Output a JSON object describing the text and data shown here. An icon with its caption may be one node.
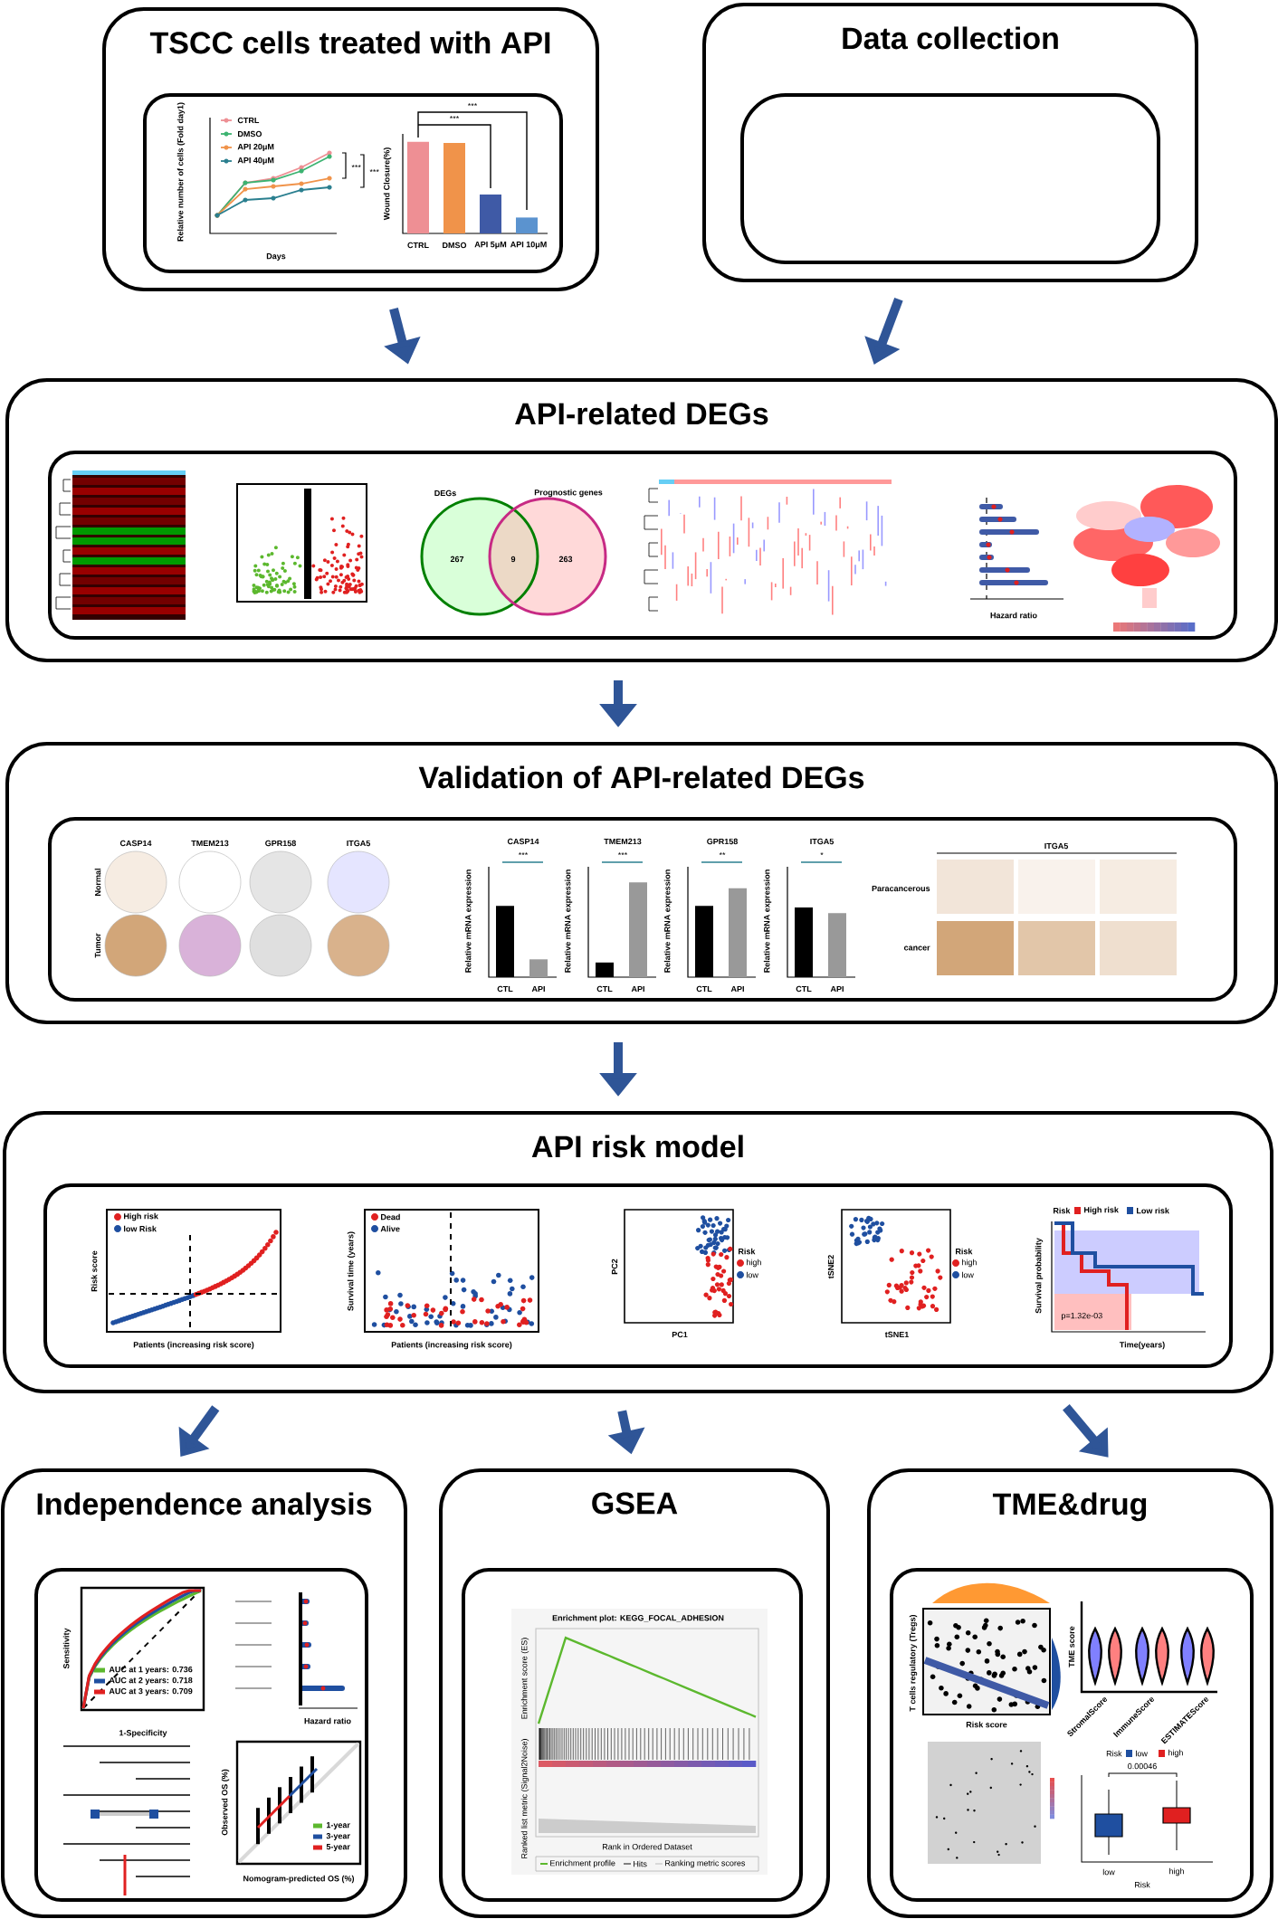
{
  "diagram": {
    "nodes": [
      {
        "text": [
          "TSCC cells treated with API"
        ]
      },
      {
        "text": [],
        "shape": "picture",
        "in": 0
      },
      {
        "text": [
          "Data collection"
        ]
      },
      {
        "text": [],
        "shape": "box",
        "in": 2
      },
      {
        "text": [
          "API-related DEGs"
        ]
      },
      {
        "text": [],
        "shape": "picture",
        "in": 4
      },
      {
        "text": [
          "Validation of API-related DEGs"
        ]
      },
      {
        "text": [],
        "shape": "picture",
        "in": 6
      },
      {
        "text": [
          "API risk model"
        ]
      },
      {
        "text": [],
        "shape": "picture",
        "in": 8
      },
      {
        "text": [
          "Independence analysis"
        ]
      },
      {
        "text": [],
        "shape": "picture",
        "in": 10
      },
      {
        "text": [
          "GSEA"
        ]
      },
      {
        "text": [],
        "shape": "picture",
        "in": 12
      },
      {
        "text": [
          "TME&drug"
        ]
      },
      {
        "text": [],
        "shape": "picture",
        "in": 14
      }
    ],
    "edges": [
      {
        "from": 0,
        "to": 4,
        "arrow": "to"
      },
      {
        "from": 2,
        "to": 4,
        "arrow": "to"
      },
      {
        "from": 4,
        "to": 6,
        "arrow": "to"
      },
      {
        "from": 6,
        "to": 8,
        "arrow": "to"
      },
      {
        "from": 8,
        "to": 10,
        "arrow": "to"
      },
      {
        "from": 8,
        "to": 12,
        "arrow": "to"
      },
      {
        "from": 8,
        "to": 14,
        "arrow": "to"
      }
    ],
    "labels": [
      "Relative number of cells (Fold day1)",
      "Days",
      "***",
      "***",
      "***",
      "***",
      "Wound Closure(%)",
      "CTRL",
      "DMSO",
      "API 5μM",
      "API 10μM",
      "DEGs",
      "Prognostic genes",
      "267",
      "9",
      "263",
      "Hazard ratio",
      "CASP14",
      "TMEM213",
      "GPR158",
      "ITGA5",
      "Normal",
      "Tumor",
      "CASP14",
      "***",
      "Relative mRNA expression",
      "CTL",
      "API",
      "TMEM213",
      "***",
      "Relative mRNA expression",
      "CTL",
      "API",
      "GPR158",
      "**",
      "Relative mRNA expression",
      "CTL",
      "API",
      "ITGA5",
      "*",
      "Relative mRNA expression",
      "CTL",
      "API",
      "ITGA5",
      "Paracancerous",
      "cancer",
      "Risk score",
      "Patients (increasing risk score)",
      "Survival time (years)",
      "Patients (increasing risk score)",
      "PC2",
      "PC1",
      "Risk",
      "tSNE2",
      "tSNE1",
      "Risk",
      "Risk",
      "Survival probability",
      "p=1.32e-03",
      "Time(years)",
      "Sensitivity",
      "1-Specificity",
      "Hazard ratio",
      "Observed OS (%)",
      "Nomogram-predicted OS (%)",
      "Enrichment plot: KEGG_FOCAL_ADHESION",
      "Enrichment score (ES)",
      "Ranked list metric (Signal2Noise)",
      "Rank in Ordered Dataset",
      "T cells regulatory (Tregs)",
      "Risk score",
      "TME score",
      "StromalScore",
      "ImmuneScore",
      "ESTIMATEScore",
      "Risk",
      "0.00046",
      "low",
      "high",
      "Risk"
    ],
    "legend": [
      {
        "text": "CTRL"
      },
      {
        "text": "DMSO"
      },
      {
        "text": "API 20μM"
      },
      {
        "text": "API 40μM"
      },
      {
        "text": "High risk",
        "color": "#e02020"
      },
      {
        "text": "low Risk",
        "color": "#1f4fa0"
      },
      {
        "text": "Dead",
        "color": "#e02020"
      },
      {
        "text": "Alive",
        "color": "#1f4fa0"
      },
      {
        "text": "high",
        "color": "#e02020"
      },
      {
        "text": "low",
        "color": "#1f4fa0"
      },
      {
        "text": "high",
        "color": "#e02020"
      },
      {
        "text": "low",
        "color": "#1f4fa0"
      },
      {
        "text": "High risk",
        "color": "#e02020"
      },
      {
        "text": "Low risk",
        "color": "#1f4fa0"
      },
      {
        "text": "AUC at 1 years: 0.736"
      },
      {
        "text": "AUC at 2 years: 0.718"
      },
      {
        "text": "AUC at 3 years: 0.709"
      },
      {
        "text": "1-year"
      },
      {
        "text": "3-year"
      },
      {
        "text": "5-year"
      },
      {
        "text": "Enrichment profile"
      },
      {
        "text": "Hits"
      },
      {
        "text": "Ranking metric scores"
      },
      {
        "text": "low",
        "color": "#1f4fa0"
      },
      {
        "text": "high",
        "color": "#e02020"
      }
    ]
  }
}
